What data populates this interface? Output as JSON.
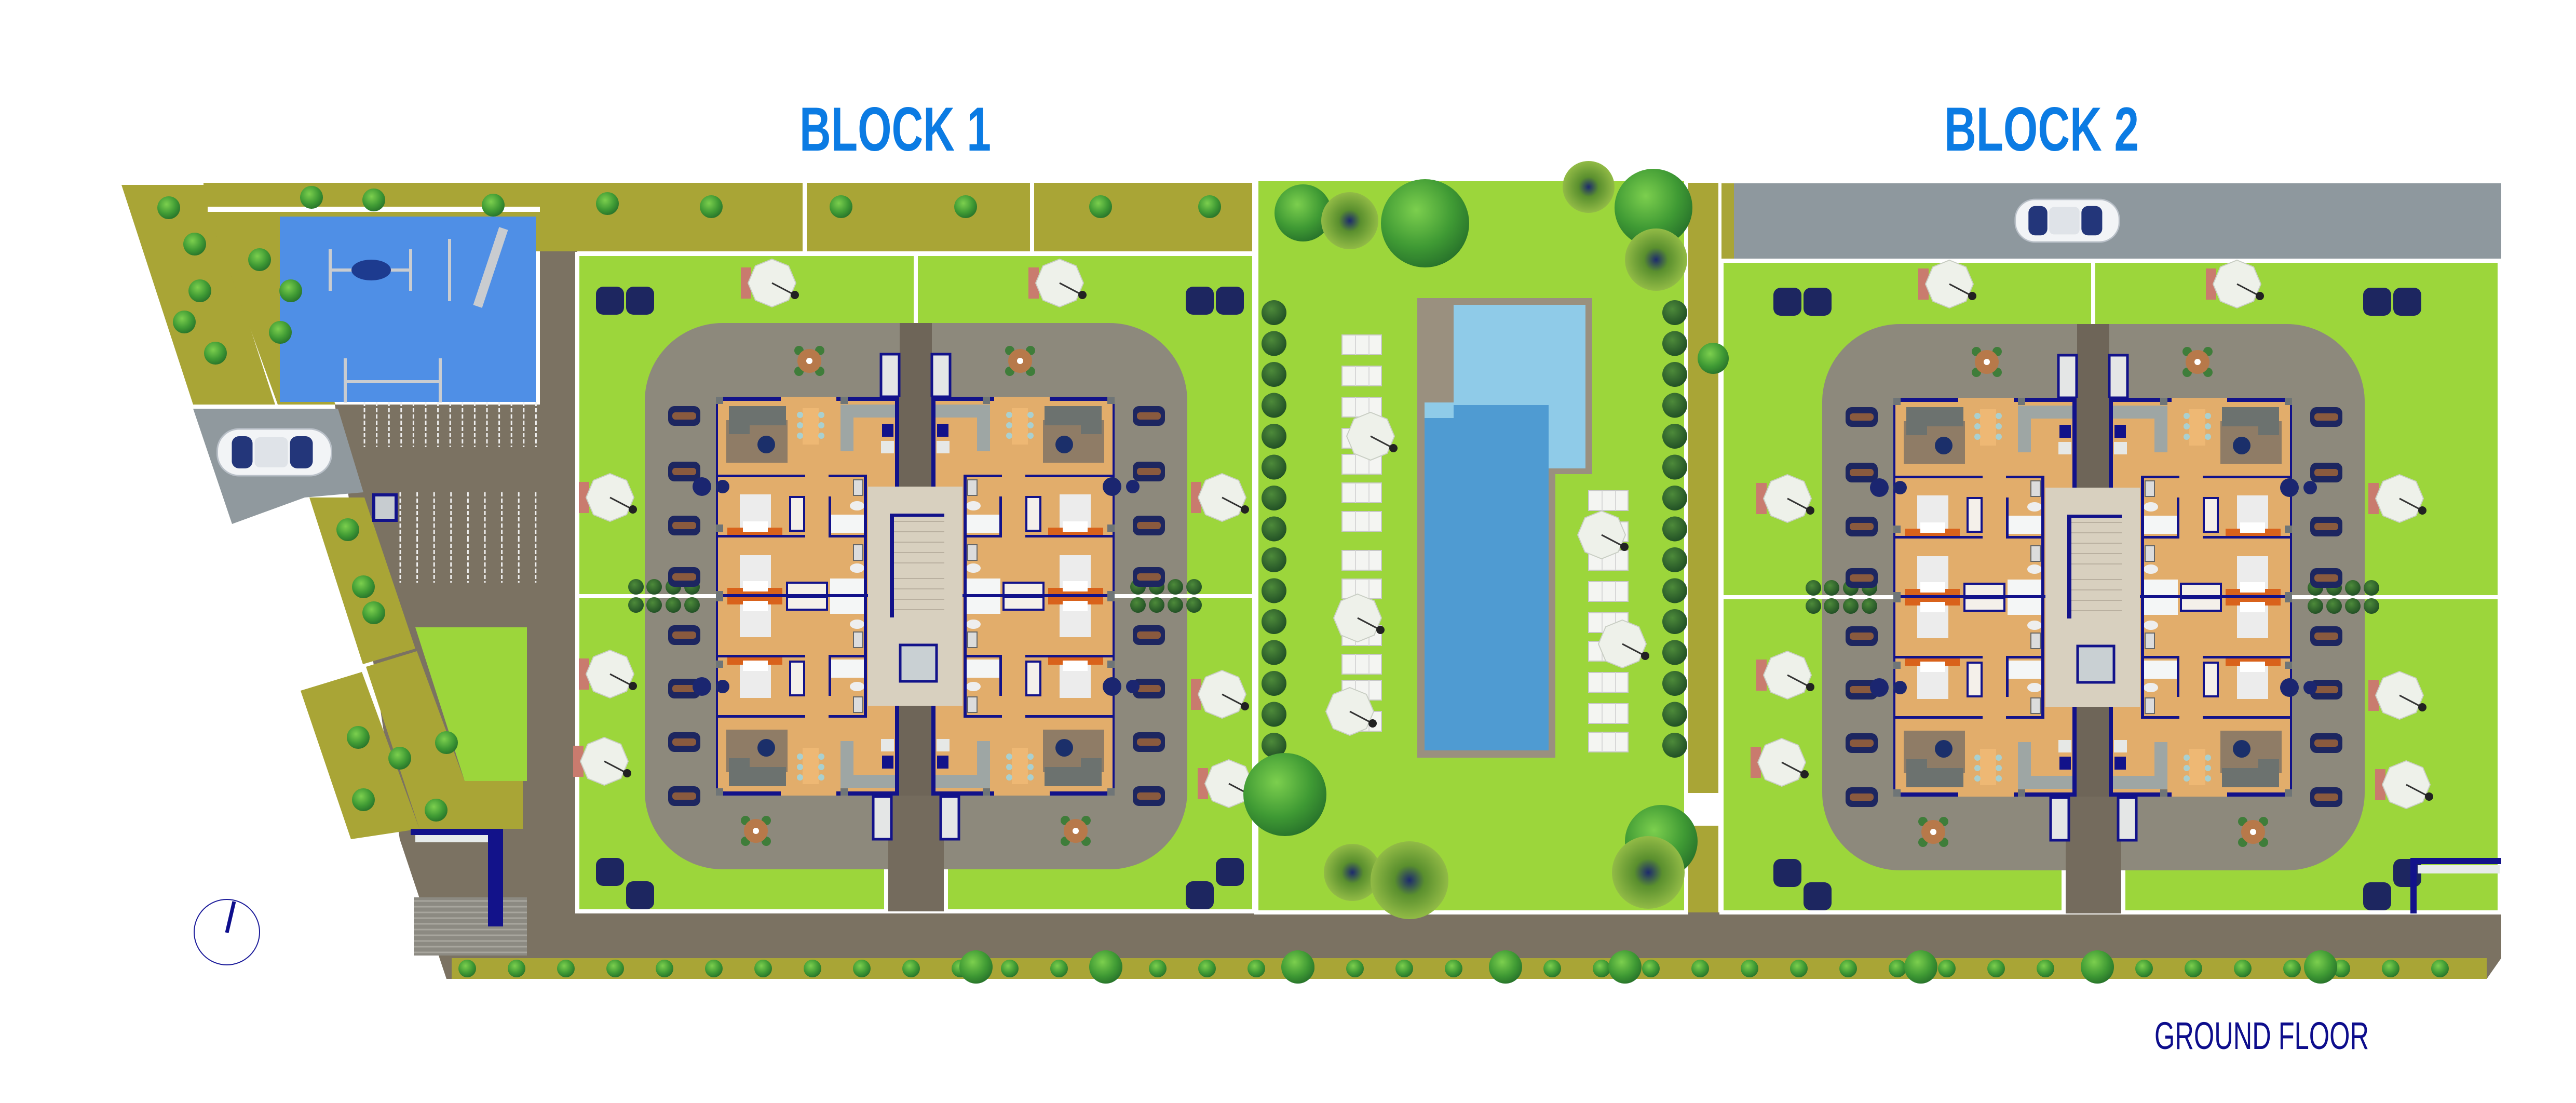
{
  "titles": {
    "block1": "BLOCK 1",
    "block2": "BLOCK 2"
  },
  "floor_label": "GROUND FLOOR",
  "compass": {
    "icon": "north-arrow-icon"
  },
  "colors": {
    "title_blue": "#0b7be3",
    "label_navy": "#0d0d8c",
    "lawn": "#9cd63b",
    "planter": "#a9a536",
    "paving": "#8d897c",
    "path": "#7b7262",
    "playground": "#4f8fe6",
    "pool_shallow": "#8fcbe8",
    "pool_deep": "#4f9bd2",
    "road": "#8e989e",
    "wall": "#12128a",
    "wood": "#e2ad6b"
  }
}
